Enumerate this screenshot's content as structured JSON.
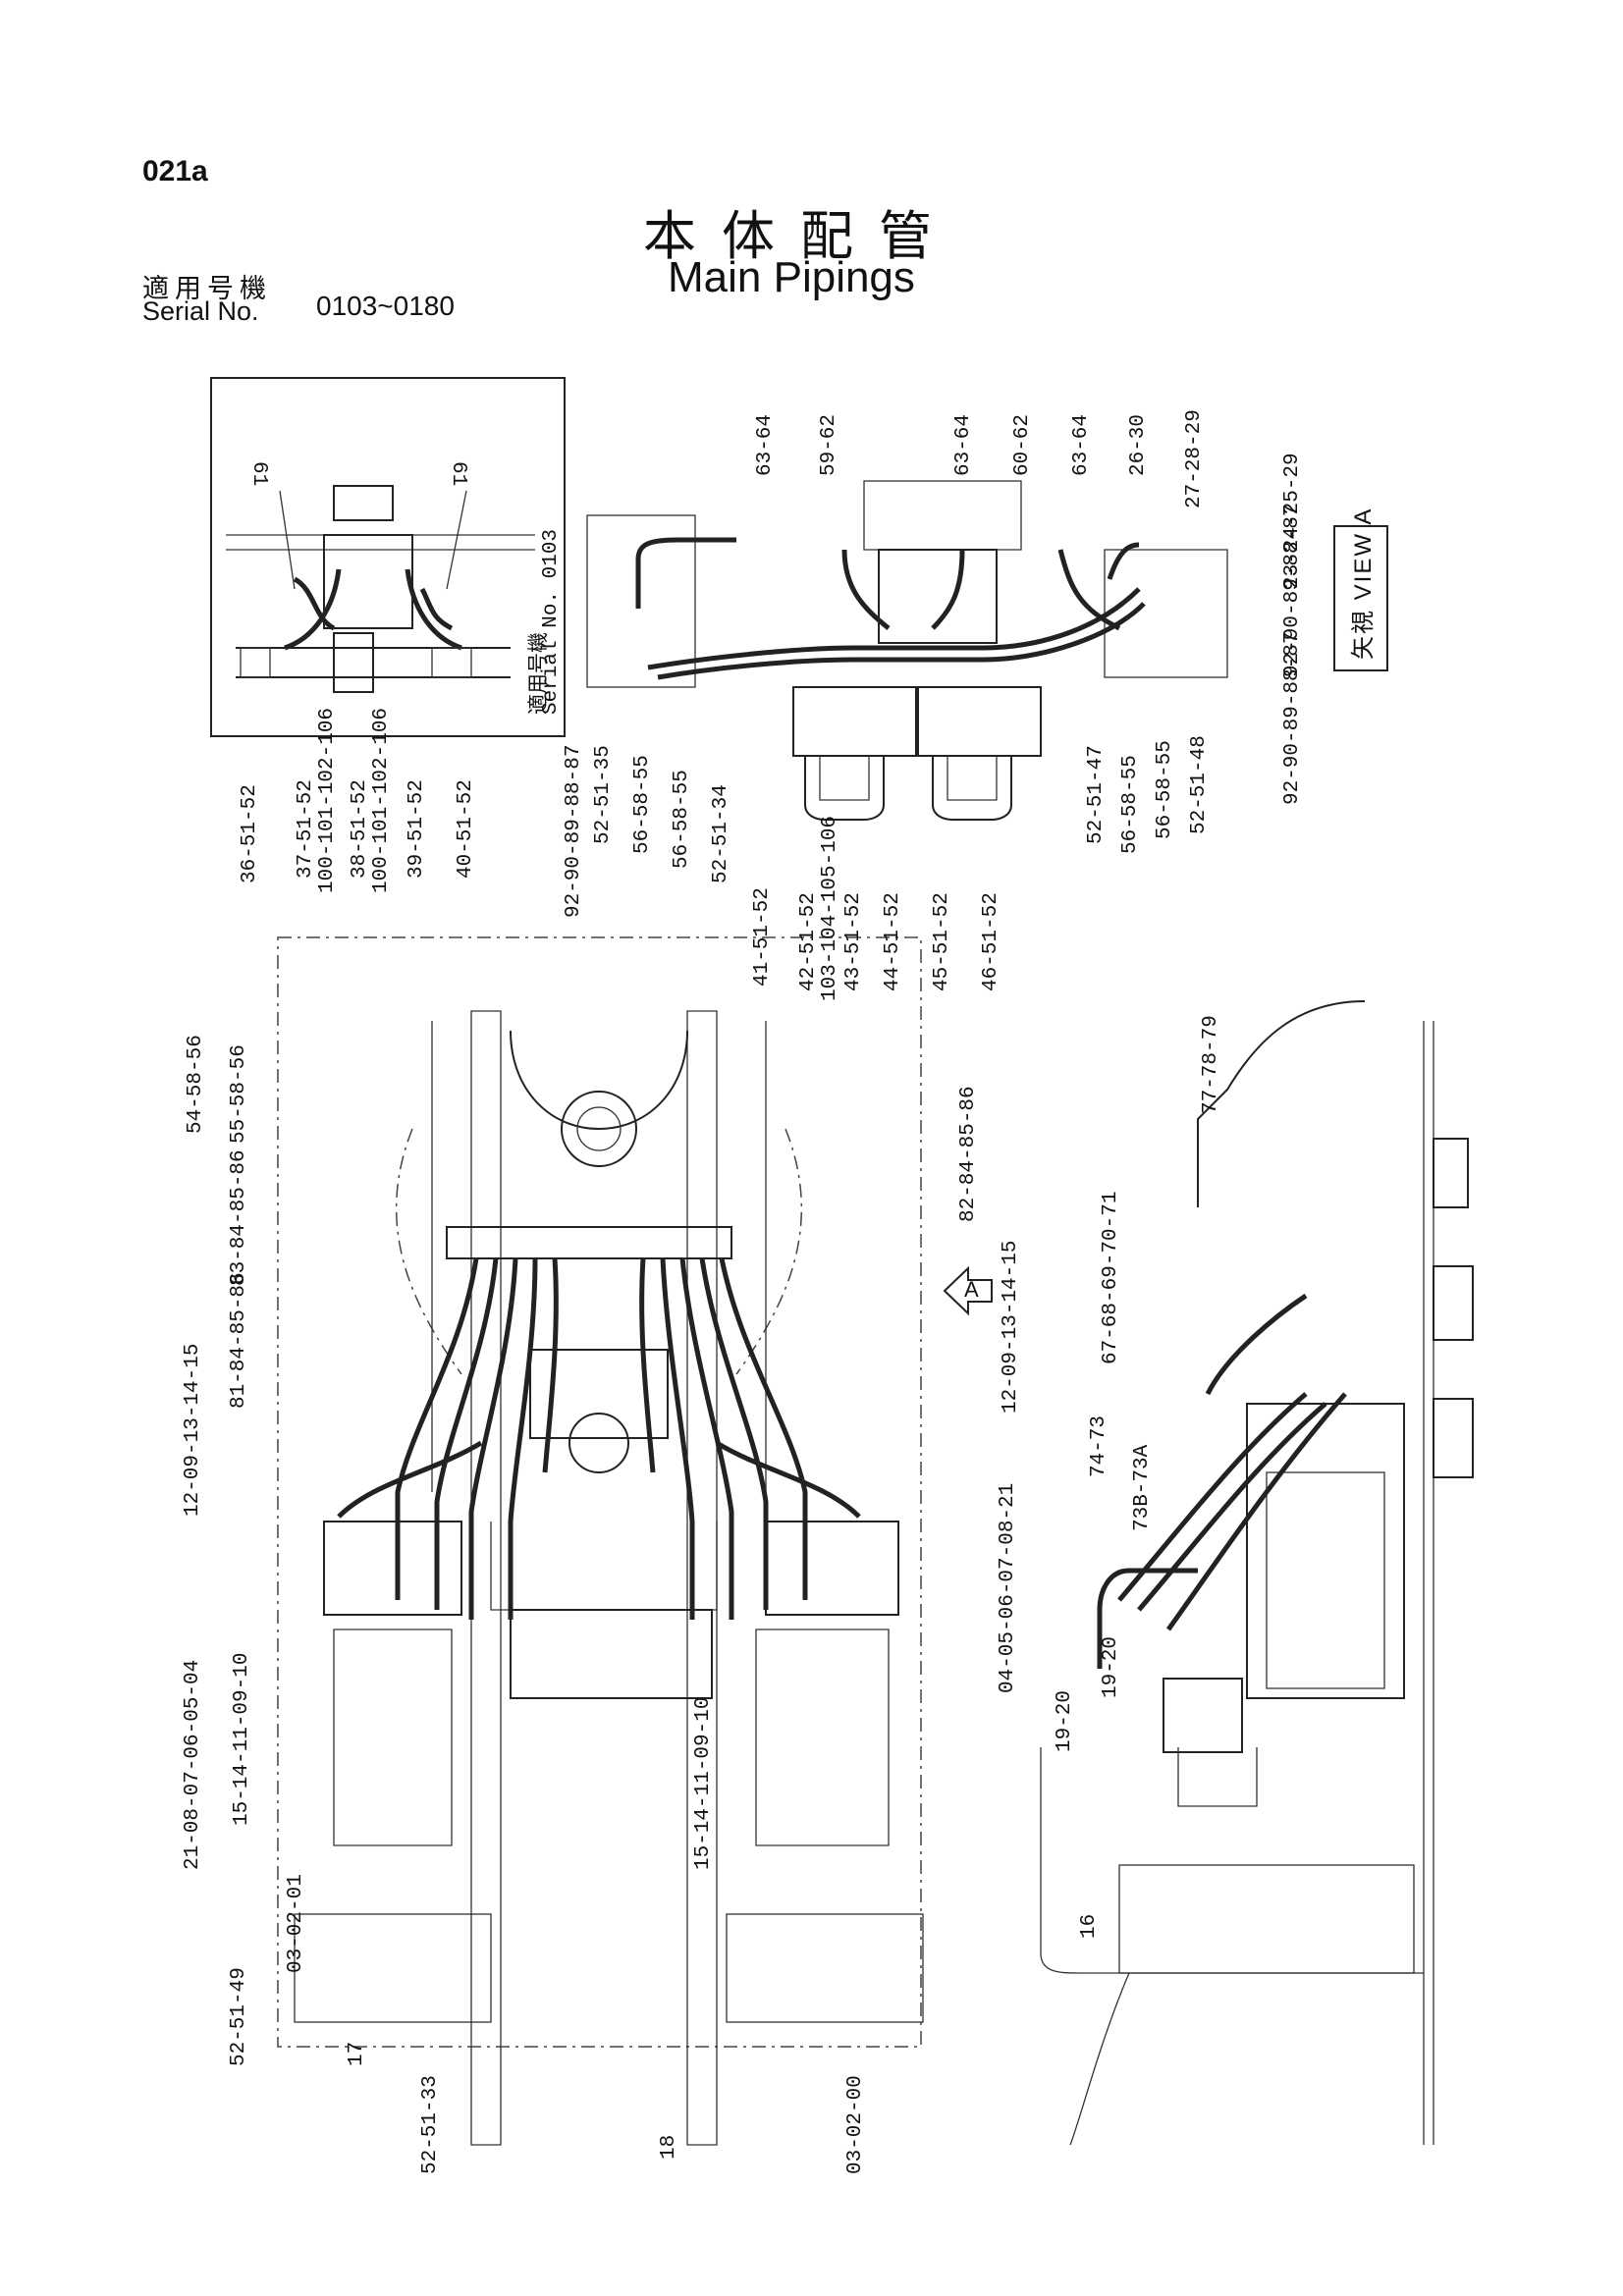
{
  "header": {
    "page_code": "021a",
    "title_jp": "本体配管",
    "title_en": "Main Pipings",
    "serial_label_jp": "適用号機",
    "serial_label_en": "Serial No.",
    "serial_range": "0103~0180"
  },
  "inset": {
    "serial_label_jp": "適用号機",
    "serial_label": "Serial No. 0103",
    "callouts": [
      "61",
      "61"
    ]
  },
  "view_a": {
    "label_jp": "矢視",
    "label_en": "VIEW",
    "letter": "A",
    "callouts_top": [
      "63-64",
      "59-62",
      "63-64",
      "60-62",
      "63-64",
      "26-30",
      "27-28-29",
      "92-90-89-88-87",
      "23-24-25-29"
    ],
    "callouts_bottom": [
      "92-90-89-88-87",
      "52-51-35",
      "56-58-55",
      "56-58-55",
      "52-51-34",
      "52-51-47",
      "56-58-55",
      "56-58-55",
      "52-51-48",
      "92-90-89-88-87"
    ]
  },
  "main_view": {
    "arrow_letter": "A",
    "callouts_top": [
      "36-51-52",
      "37-51-52",
      "100-101-102-106",
      "38-51-52",
      "100-101-102-106",
      "39-51-52",
      "40-51-52",
      "41-51-52",
      "42-51-52",
      "103-104-105-106",
      "43-51-52",
      "44-51-52",
      "45-51-52",
      "46-51-52"
    ],
    "callouts_left": [
      "54-58-56",
      "55-58-56",
      "83-84-85-86",
      "81-84-85-86",
      "12-09-13-14-15"
    ],
    "callouts_right": [
      "82-84-85-86",
      "12-09-13-14-15"
    ],
    "callouts_bottom": [
      "21-08-07-06-05-04",
      "15-14-11-09-10",
      "03-02-01",
      "52-51-49",
      "17",
      "52-51-33",
      "18",
      "03-02-00",
      "15-14-11-09-10",
      "04-05-06-07-08-21"
    ]
  },
  "side_view": {
    "callouts": [
      "77-78-79",
      "67-68-69-70-71",
      "74-73",
      "73B-73A",
      "19-20",
      "19-20",
      "16"
    ]
  }
}
